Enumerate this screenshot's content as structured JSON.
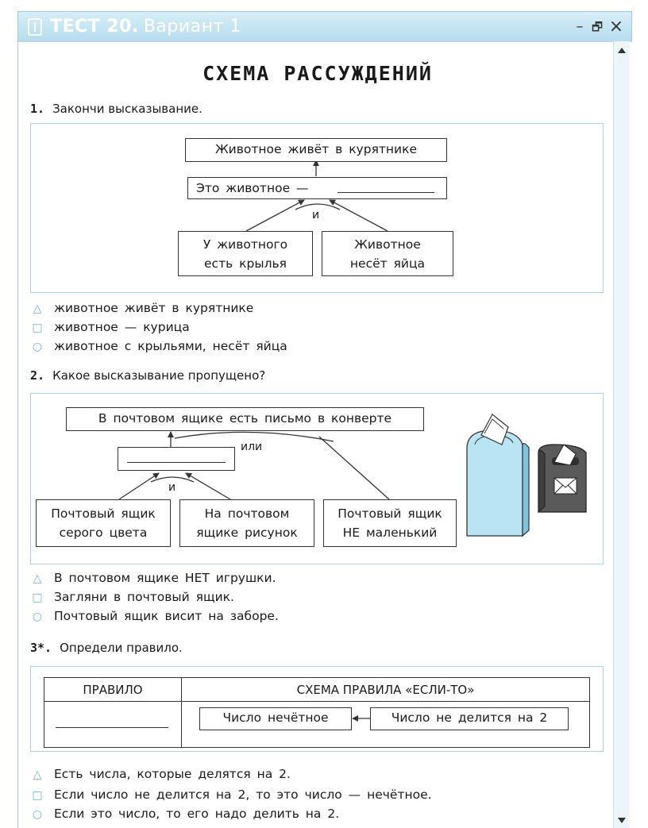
{
  "window": {
    "title": "ТЕСТ 20.",
    "variant": "Вариант 1",
    "minimize": "–",
    "restore": "🗗",
    "close": "×"
  },
  "heading": "СХЕМА РАССУЖДЕНИЙ",
  "q1": {
    "number": "1.",
    "prompt": "Закончи высказывание.",
    "box_top": "Животное живёт в курятнике",
    "box_mid": "Это животное —",
    "conj": "и",
    "box_left": [
      "У животного",
      "есть крылья"
    ],
    "box_right": [
      "Животное",
      "несёт яйца"
    ],
    "options": [
      {
        "marker": "triangle",
        "text": "животное живёт в курятнике"
      },
      {
        "marker": "square",
        "text": "животное — курица"
      },
      {
        "marker": "circle",
        "text": "животное с крыльями, несёт яйца"
      }
    ]
  },
  "q2": {
    "number": "2.",
    "prompt": "Какое высказывание пропущено?",
    "box_top": "В почтовом ящике есть письмо в конверте",
    "conj_or": "или",
    "conj_and": "и",
    "box_1": [
      "Почтовый ящик",
      "серого цвета"
    ],
    "box_2": [
      "На почтовом",
      "ящике рисунок"
    ],
    "box_3": [
      "Почтовый ящик",
      "НЕ маленький"
    ],
    "options": [
      {
        "marker": "triangle",
        "text": "В почтовом ящике НЕТ игрушки."
      },
      {
        "marker": "square",
        "text": "Загляни в почтовый ящик."
      },
      {
        "marker": "circle",
        "text": "Почтовый ящик висит на заборе."
      }
    ]
  },
  "q3": {
    "number": "3*.",
    "prompt": "Определи правило.",
    "col1": "ПРАВИЛО",
    "col2": "СХЕМА ПРАВИЛА «ЕСЛИ-ТО»",
    "scheme_left": "Число нечётное",
    "scheme_right": "Число не делится на 2",
    "options": [
      {
        "marker": "triangle",
        "text": "Есть числа, которые делятся на 2."
      },
      {
        "marker": "square",
        "text": "Если число не делится на 2, то это число — нечётное."
      },
      {
        "marker": "circle",
        "text": "Если это число, то его надо делить на 2."
      }
    ]
  },
  "colors": {
    "accent": "#6ab6d6",
    "titlebar": "#b5dcee",
    "mailbox_light": "#b9e4f3",
    "mailbox_dark": "#555555"
  }
}
